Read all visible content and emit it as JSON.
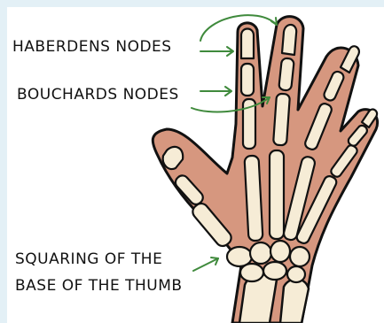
{
  "labels": {
    "heberdens": "HABERDENS NODES",
    "bouchards": "BOUCHARDS NODES",
    "thumb_line1": "SQUARING OF THE",
    "thumb_line2": "BASE OF THE THUMB"
  },
  "colors": {
    "background": "#e3f0f6",
    "skin": "#d6977f",
    "bone": "#f6ecd6",
    "outline": "#111111",
    "arrow": "#3f8a3c"
  }
}
